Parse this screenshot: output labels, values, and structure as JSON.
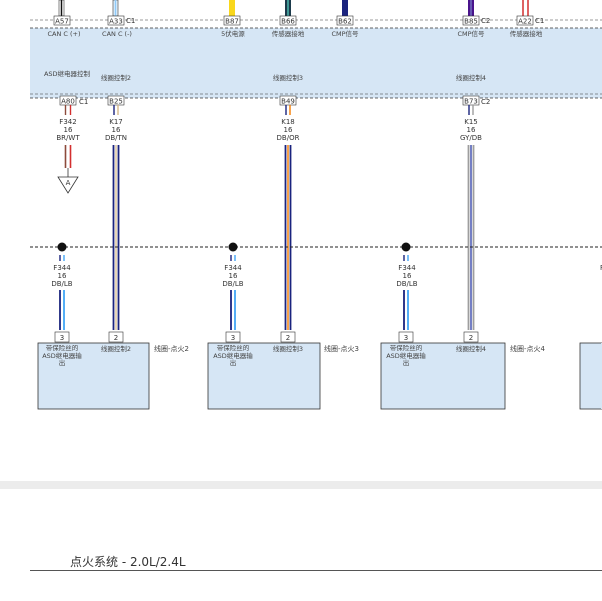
{
  "top_connectors": [
    {
      "pin": "A57",
      "conn": "",
      "label": "CAN C (+)"
    },
    {
      "pin": "A33",
      "conn": "C1",
      "label": "CAN C (-)"
    },
    {
      "pin": "B87",
      "conn": "",
      "label": "5伏电源"
    },
    {
      "pin": "B66",
      "conn": "",
      "label": "传感器接地"
    },
    {
      "pin": "B62",
      "conn": "",
      "label": "CMP信号"
    },
    {
      "pin": "B85",
      "conn": "C2",
      "label": "CMP信号"
    },
    {
      "pin": "A22",
      "conn": "C1",
      "label": "传感器接地"
    }
  ],
  "module_labels": [
    {
      "text": "ASD继电器控制"
    },
    {
      "text": "线圈控制2"
    },
    {
      "text": "线圈控制3"
    },
    {
      "text": "线圈控制4"
    }
  ],
  "bottom_pins": [
    {
      "pin": "A80",
      "conn": "C1"
    },
    {
      "pin": "B25",
      "conn": ""
    },
    {
      "pin": "B49",
      "conn": ""
    },
    {
      "pin": "B73",
      "conn": "C2"
    }
  ],
  "wires": [
    {
      "circuit": "F342",
      "gauge": "16",
      "color": "BR/WT"
    },
    {
      "circuit": "K17",
      "gauge": "16",
      "color": "DB/TN"
    },
    {
      "circuit": "K18",
      "gauge": "16",
      "color": "DB/OR"
    },
    {
      "circuit": "K15",
      "gauge": "16",
      "color": "GY/DB"
    }
  ],
  "connector_ref": "A",
  "splice_wires": [
    {
      "circuit": "F344",
      "gauge": "16",
      "color": "DB/LB"
    },
    {
      "circuit": "F344",
      "gauge": "16",
      "color": "DB/LB"
    },
    {
      "circuit": "F344",
      "gauge": "16",
      "color": "DB/LB"
    }
  ],
  "coils": [
    {
      "pin3": "3",
      "pin2": "2",
      "left_text": "带保险丝的ASD继电器输出",
      "right_text": "线圈控制2",
      "caption": "线圈-点火2"
    },
    {
      "pin3": "3",
      "pin2": "2",
      "left_text": "带保险丝的ASD继电器输出",
      "right_text": "线圈控制3",
      "caption": "线圈-点火3"
    },
    {
      "pin3": "3",
      "pin2": "2",
      "left_text": "带保险丝的ASD继电器输出",
      "right_text": "线圈控制4",
      "caption": "线圈-点火4"
    }
  ],
  "footer": {
    "title": "点火系统 - 2.0L/2.4L"
  },
  "colors": {
    "module_fill": "#d6e6f5",
    "dark_blue": "#1a237e",
    "light_blue": "#90caf9",
    "orange": "#f57c00",
    "brown": "#8d4a3a",
    "red": "#d32f2f",
    "yellow": "#f9d71c",
    "gray": "#9e9e9e"
  }
}
